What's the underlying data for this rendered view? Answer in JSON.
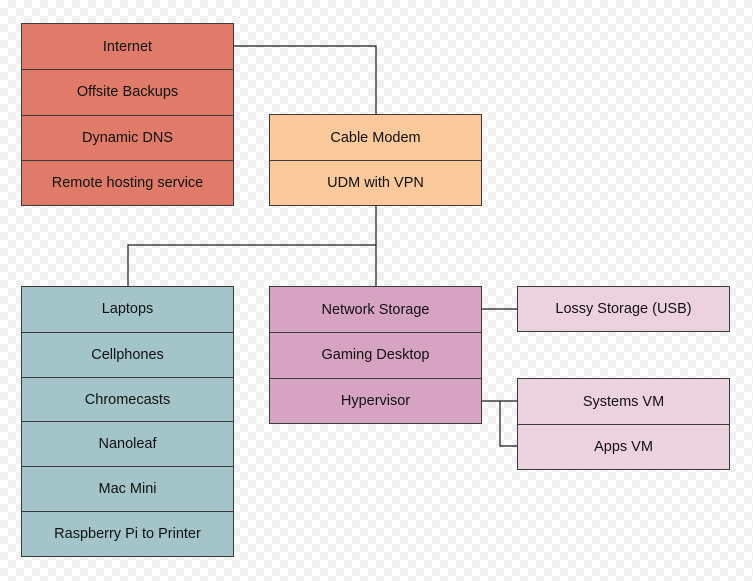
{
  "groups": {
    "internet": {
      "color": "#e07b6a",
      "items": [
        "Internet",
        "Offsite Backups",
        "Dynamic DNS",
        "Remote hosting service"
      ]
    },
    "gateway": {
      "color": "#f9c99c",
      "items": [
        "Cable Modem",
        "UDM with VPN"
      ]
    },
    "clients": {
      "color": "#a3c5c9",
      "items": [
        "Laptops",
        "Cellphones",
        "Chromecasts",
        "Nanoleaf",
        "Mac Mini",
        "Raspberry Pi to Printer"
      ]
    },
    "servers": {
      "color": "#d7a3c3",
      "items": [
        "Network Storage",
        "Gaming Desktop",
        "Hypervisor"
      ]
    },
    "storage": {
      "color": "#ecd2df",
      "items": [
        "Lossy Storage (USB)"
      ]
    },
    "vms": {
      "color": "#ecd2df",
      "items": [
        "Systems VM",
        "Apps VM"
      ]
    }
  },
  "connections": [
    {
      "from": "Internet",
      "to": "Cable Modem"
    },
    {
      "from": "UDM with VPN",
      "to": "Laptops"
    },
    {
      "from": "UDM with VPN",
      "to": "Network Storage"
    },
    {
      "from": "Network Storage",
      "to": "Lossy Storage (USB)"
    },
    {
      "from": "Hypervisor",
      "to": "Systems VM"
    },
    {
      "from": "Hypervisor",
      "to": "Apps VM"
    }
  ]
}
